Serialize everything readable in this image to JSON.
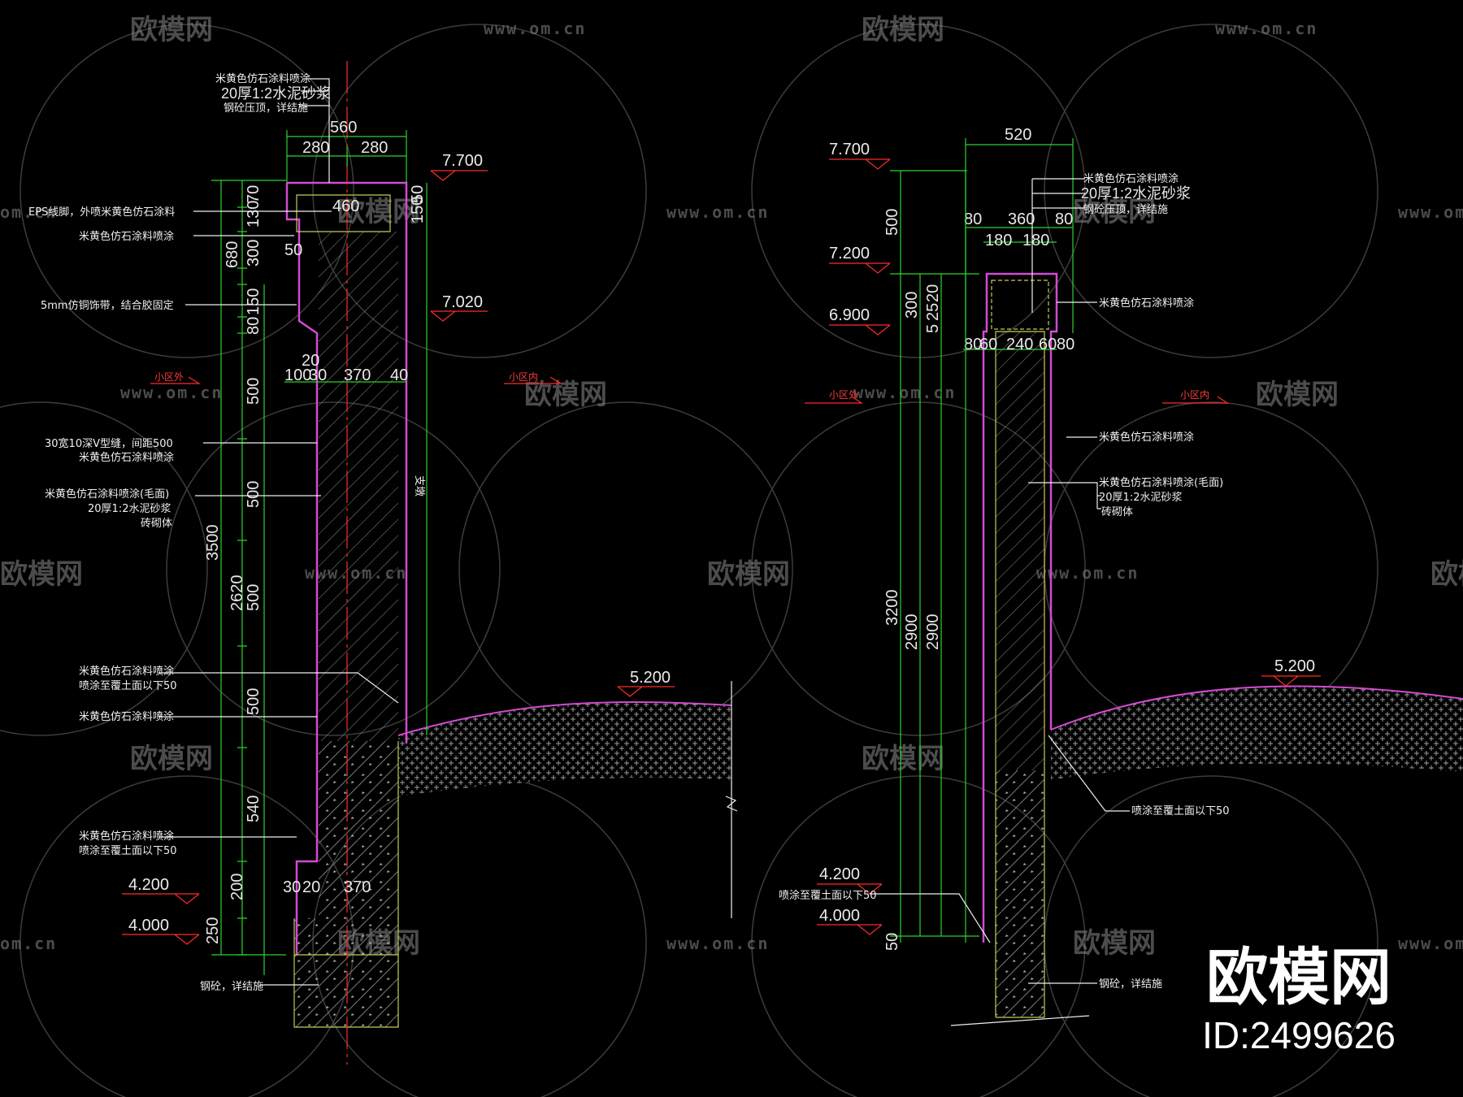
{
  "watermark": {
    "brand": "欧模网",
    "url": "www.om.cn",
    "url_short": "om.cn"
  },
  "brand_corner": {
    "name": "欧模网",
    "id_label": "ID:2499626"
  },
  "colors": {
    "background": "#000000",
    "dimension": "#2bd32b",
    "outline": "#d24bd2",
    "axis": "#ff2b2b",
    "text": "#ffffff"
  },
  "left_section": {
    "levels": {
      "top": "7.700",
      "upper": "7.020",
      "ground": "5.200",
      "base1": "4.200",
      "base2": "4.000"
    },
    "dims_top": {
      "total": "560",
      "half_a": "280",
      "half_b": "280",
      "inner": "460"
    },
    "dims_left_stack": [
      "70",
      "130",
      "300",
      "50",
      "150",
      "80",
      "500",
      "500",
      "500",
      "500",
      "540",
      "200",
      "250"
    ],
    "dims_left_groups": {
      "g680": "680",
      "g2620": "2620",
      "g3500": "3500"
    },
    "dims_mid": {
      "d20": "20",
      "d100": "100",
      "d30": "30",
      "d370": "370",
      "d40": "40",
      "d50": "50",
      "d150": "150"
    },
    "dims_bottom": {
      "d30": "30",
      "d20": "20",
      "d370": "370"
    },
    "zone_labels": {
      "outside": "小区外",
      "inside": "小区内"
    },
    "vertical_note": "支墩",
    "notes": {
      "n1a": "米黄色仿石涂料喷涂",
      "n1b": "20厚1:2水泥砂浆",
      "n1c": "钢砼压顶，详结施",
      "n2": "EPS线脚，外喷米黄色仿石涂料",
      "n3": "米黄色仿石涂料喷涂",
      "n4": "5mm仿铜饰带，结合胶固定",
      "n5a": "30宽10深V型缝，间距500",
      "n5b": "米黄色仿石涂料喷涂",
      "n6a": "米黄色仿石涂料喷涂(毛面)",
      "n6b": "20厚1:2水泥砂浆",
      "n6c": "砖砌体",
      "n7a": "米黄色仿石涂料喷涂",
      "n7b": "喷涂至覆土面以下50",
      "n8": "米黄色仿石涂料喷涂",
      "n9a": "米黄色仿石涂料喷涂",
      "n9b": "喷涂至覆土面以下50",
      "n10": "钢砼，详结施"
    }
  },
  "right_section": {
    "levels": {
      "top": "7.700",
      "upper": "7.200",
      "mid": "6.900",
      "ground": "5.200",
      "base1": "4.200",
      "base2": "4.000"
    },
    "dims_top": {
      "total": "520",
      "a": "80",
      "b": "360",
      "c": "80",
      "half_a": "180",
      "half_b": "180"
    },
    "dims_mid": {
      "a": "80",
      "b": "60",
      "c": "240",
      "d": "60",
      "e": "80"
    },
    "dims_left": {
      "d500": "500",
      "d300": "300",
      "d20": "20",
      "d25": "25",
      "d5": "5",
      "d3200": "3200",
      "d2900a": "2900",
      "d2900b": "2900",
      "d50": "50"
    },
    "zone_labels": {
      "outside": "小区外",
      "inside": "小区内"
    },
    "notes": {
      "n1a": "米黄色仿石涂料喷涂",
      "n1b": "20厚1:2水泥砂浆",
      "n1c": "钢砼压顶，详结施",
      "n2": "米黄色仿石涂料喷涂",
      "n3": "米黄色仿石涂料喷涂",
      "n4a": "米黄色仿石涂料喷涂(毛面)",
      "n4b": "20厚1:2水泥砂浆",
      "n4c": "砖砌体",
      "n5": "喷涂至覆土面以下50",
      "n6": "喷涂至覆土面以下50",
      "n7": "钢砼，详结施"
    }
  }
}
